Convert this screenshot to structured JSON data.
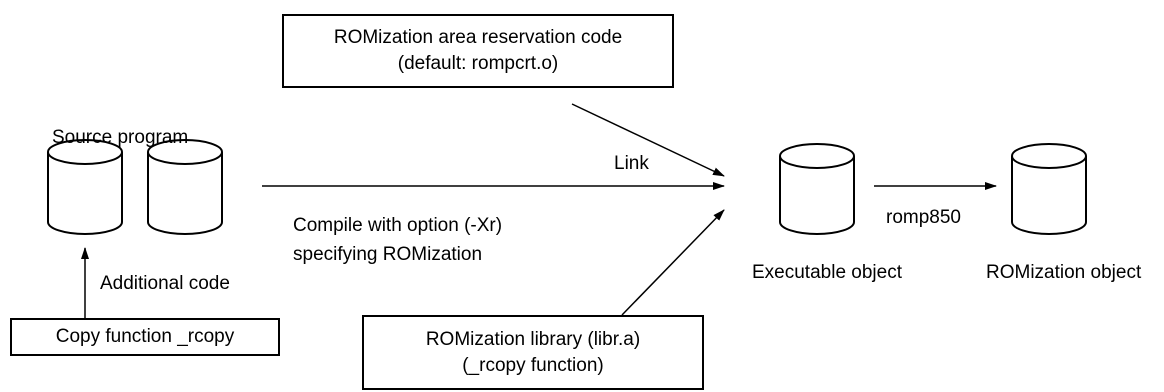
{
  "labels": {
    "source_program": "Source program",
    "additional_code": "Additional code",
    "link": "Link",
    "compile_line1": "Compile with option (-Xr)",
    "compile_line2": "specifying ROMization",
    "romp850": "romp850",
    "executable_object": "Executable object",
    "romization_object": "ROMization object"
  },
  "boxes": {
    "reservation_code": {
      "line1": "ROMization area reservation code",
      "line2": "(default: rompcrt.o)"
    },
    "copy_function": {
      "line1": "Copy function _rcopy"
    },
    "library": {
      "line1": "ROMization library (libr.a)",
      "line2": "(_rcopy function)"
    }
  }
}
